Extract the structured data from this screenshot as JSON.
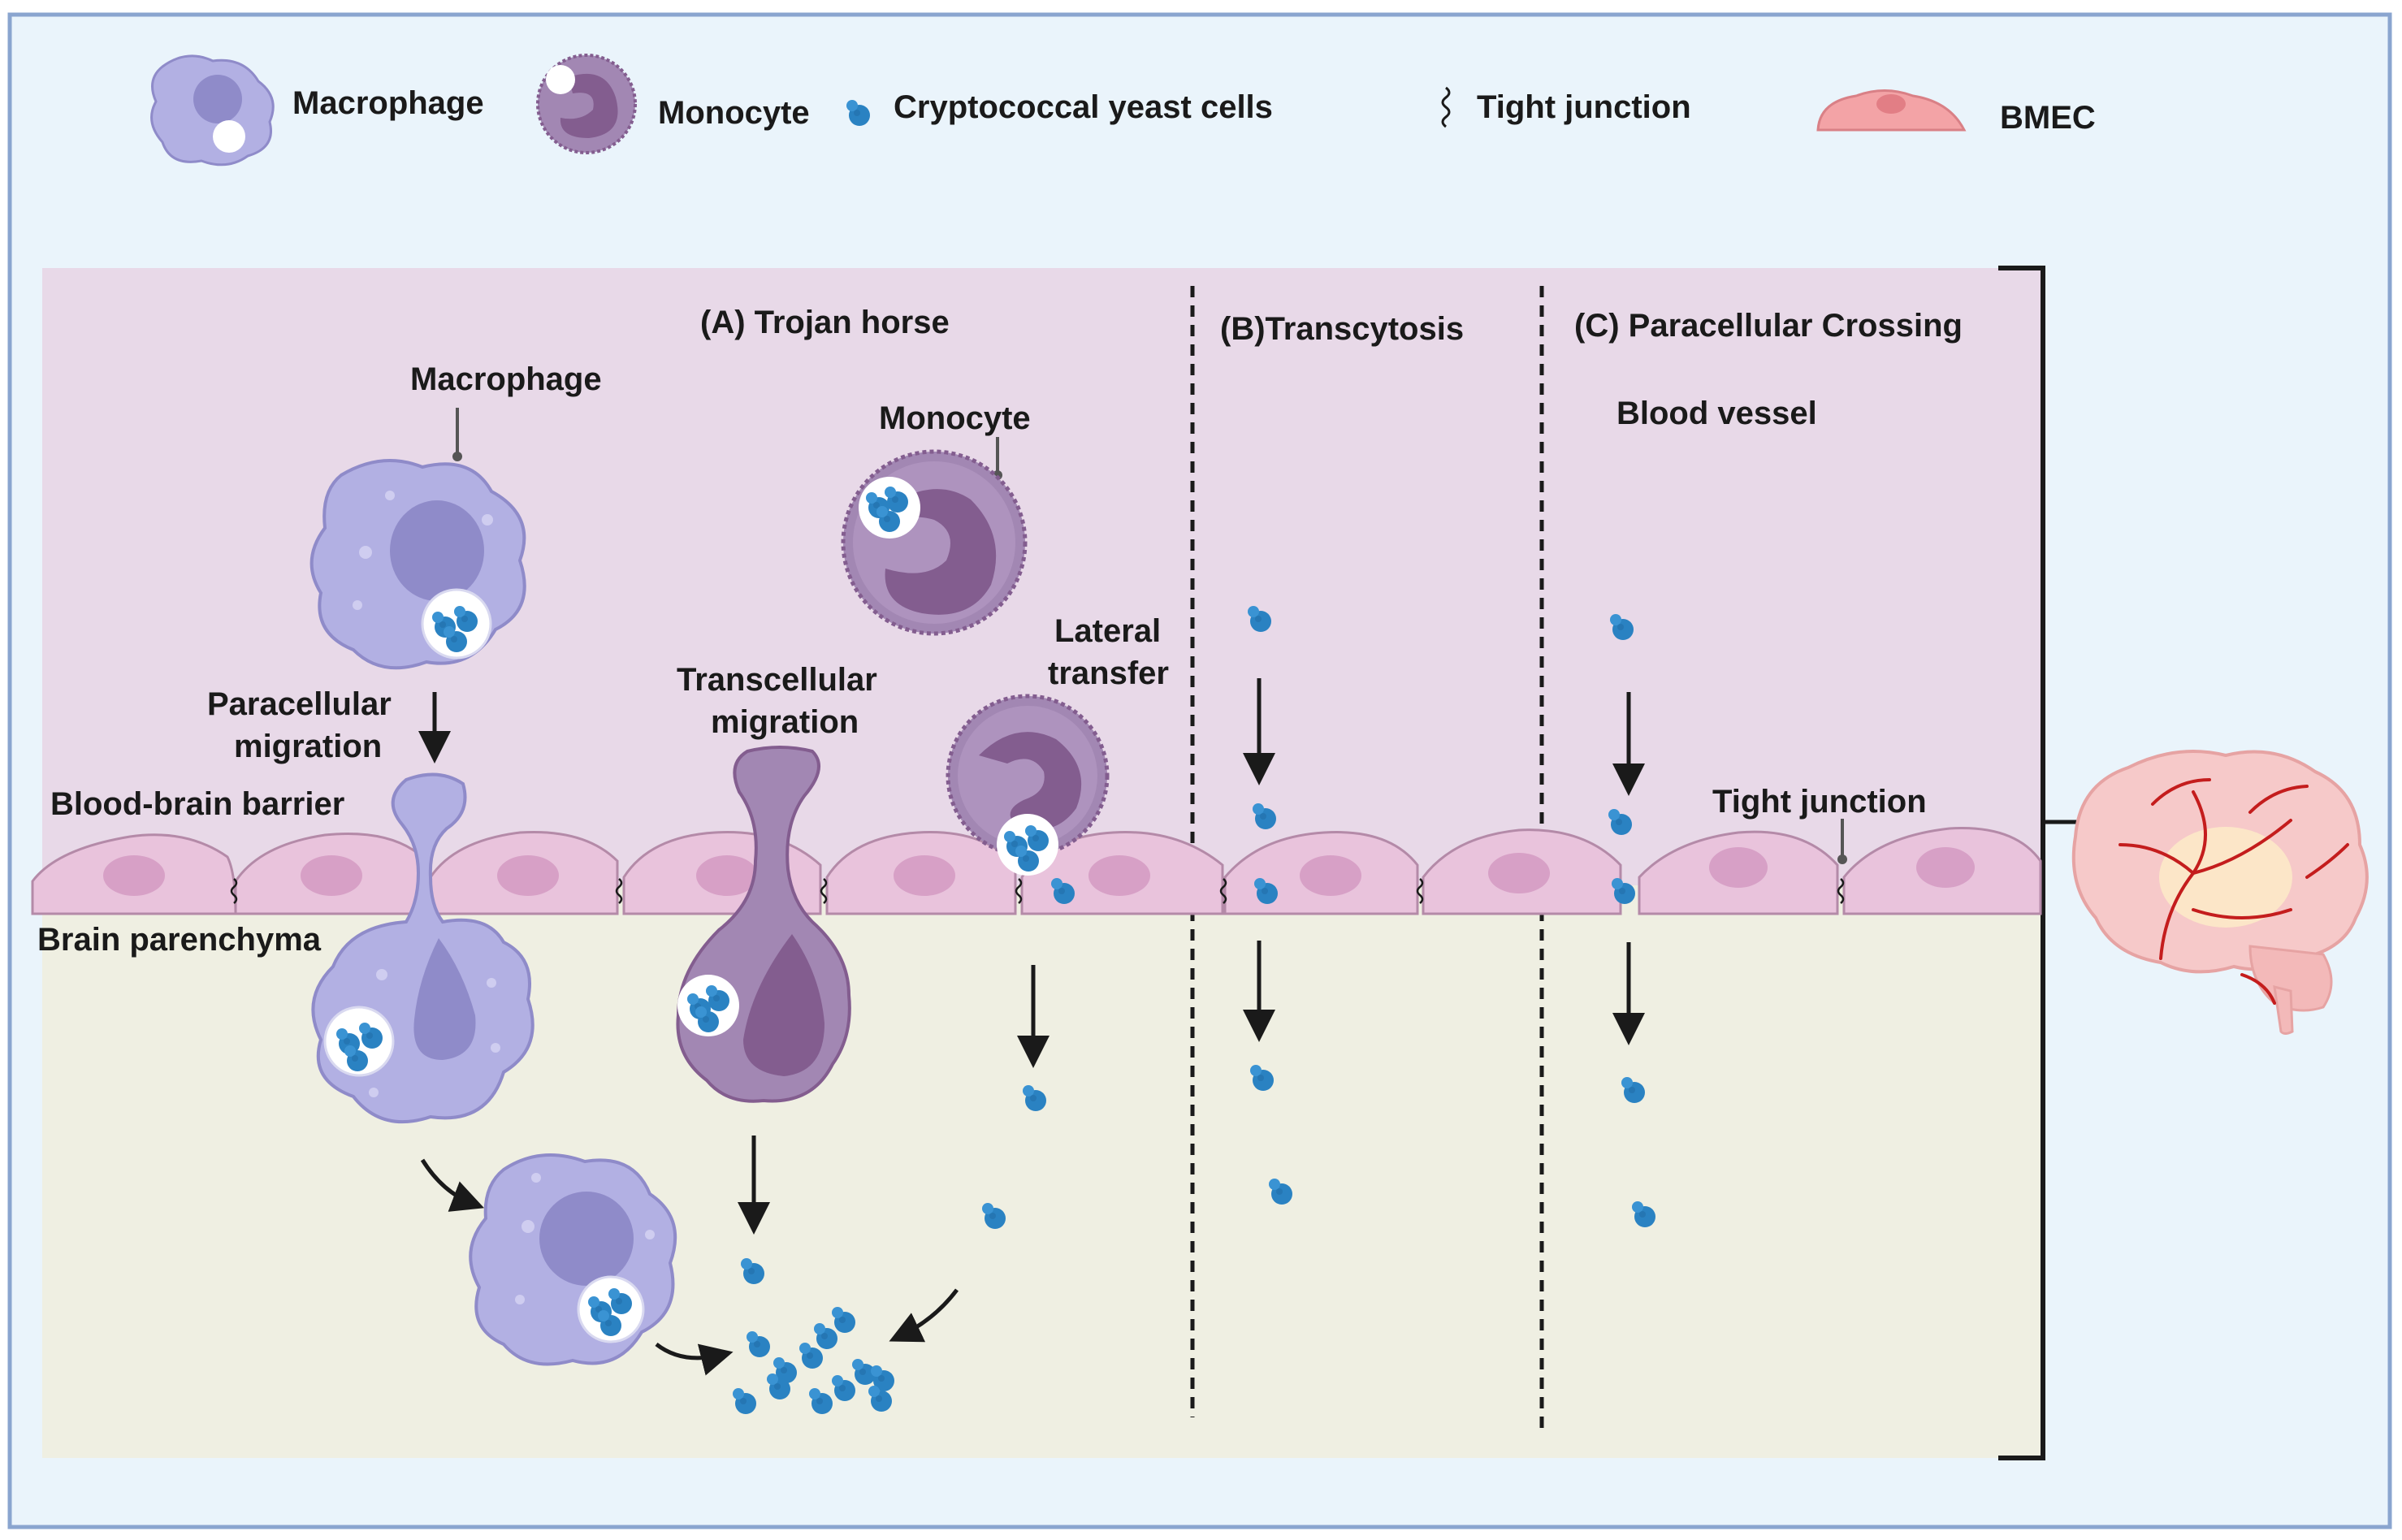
{
  "legend": {
    "macrophage": "Macrophage",
    "monocyte": "Monocyte",
    "yeast": "Cryptococcal yeast cells",
    "tight_junction": "Tight junction",
    "bmec": "BMEC"
  },
  "sections": {
    "trojan_horse": "(A) Trojan horse",
    "transcytosis": "(B)Transcytosis",
    "paracellular_crossing": "(C) Paracellular Crossing"
  },
  "labels": {
    "macrophage": "Macrophage",
    "monocyte": "Monocyte",
    "blood_vessel": "Blood vessel",
    "paracellular_migration_1": "Paracellular",
    "paracellular_migration_2": "migration",
    "transcellular_migration_1": "Transcellular",
    "transcellular_migration_2": "migration",
    "lateral_transfer_1": "Lateral",
    "lateral_transfer_2": "transfer",
    "blood_brain_barrier": "Blood-brain barrier",
    "brain_parenchyma": "Brain parenchyma",
    "tight_junction": "Tight junction"
  },
  "colors": {
    "vessel_bg": "#e8d9e8",
    "brain_bg": "#efefe2",
    "outer_bg": "#eaf4fb",
    "frame": "#8aa5cf",
    "macrophage": "#b2b0e3",
    "macrophage_nucleus": "#8f8bc9",
    "monocyte": "#a287b3",
    "monocyte_nucleus": "#835d8f",
    "yeast": "#2a82c2",
    "bmec": "#e9c3dc",
    "bmec_nucleus": "#d7a0c6",
    "brain_pink": "#f6c9c9",
    "brain_vessel": "#c41d1d"
  }
}
